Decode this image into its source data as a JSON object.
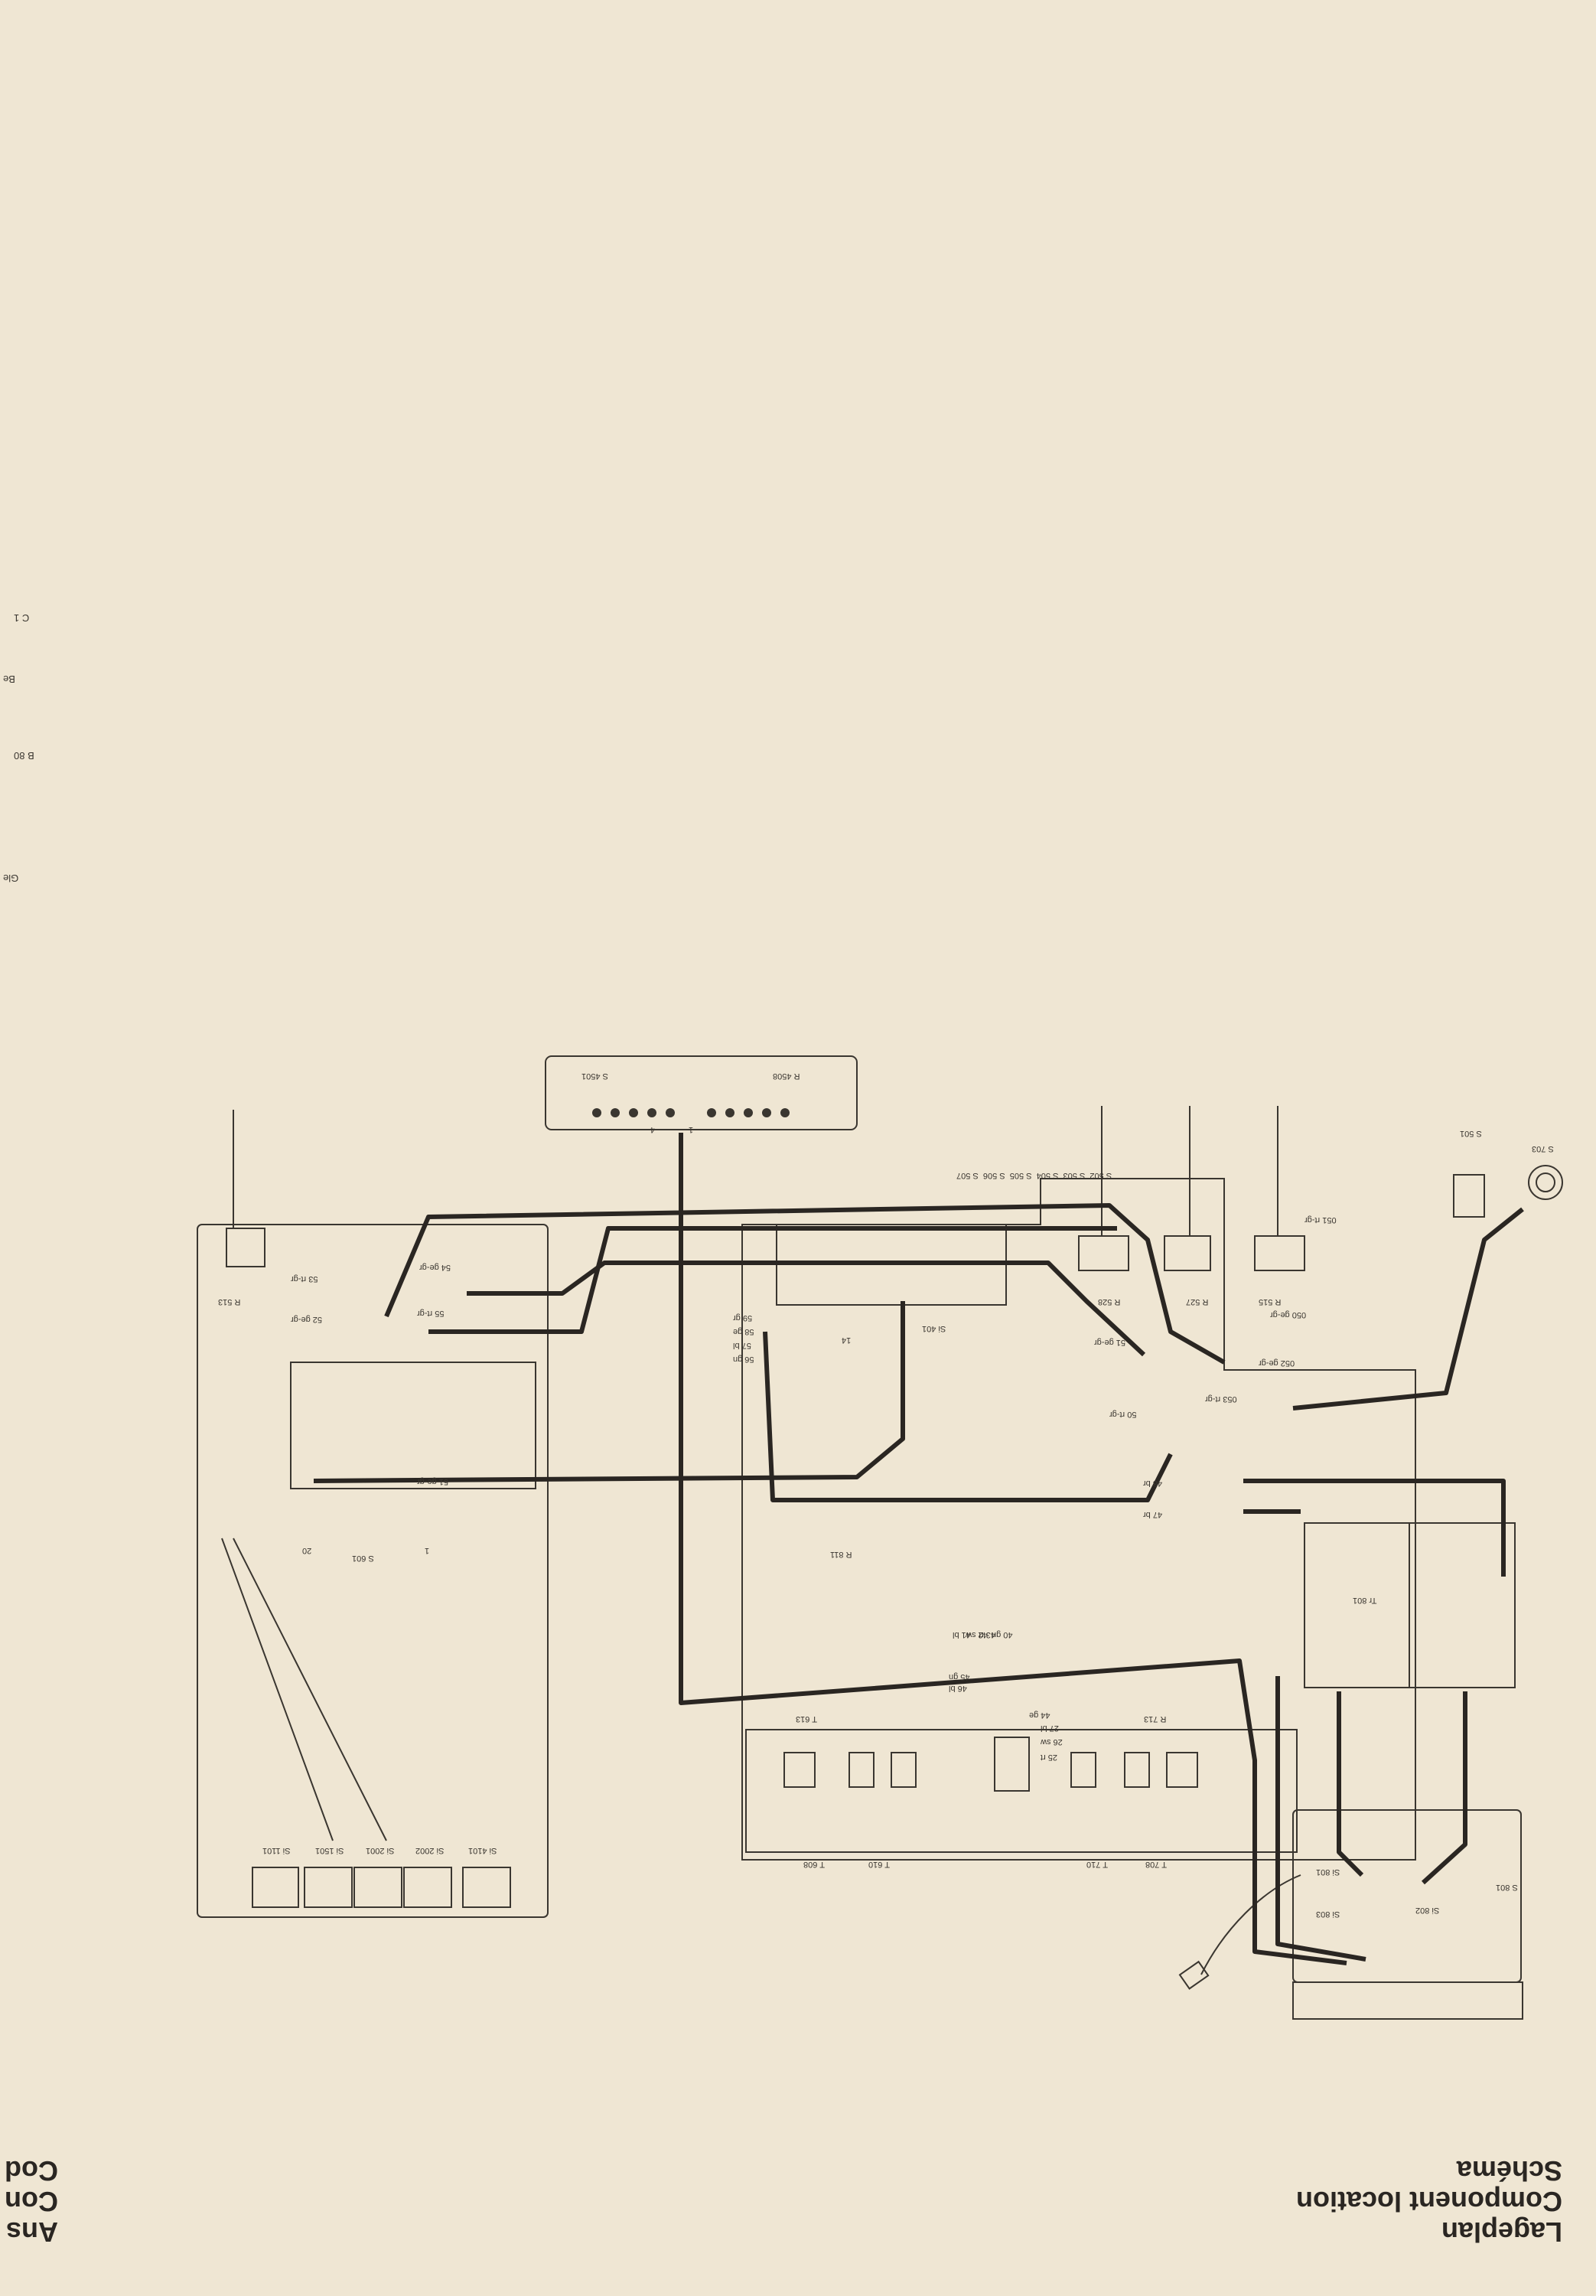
{
  "title_lines": [
    "Lageplan",
    "Component location",
    "Schéma"
  ],
  "edge_title_lines": [
    "Ans",
    "Con",
    "Cod"
  ],
  "edge_labels": [
    "Gle",
    "B 80",
    "C 1",
    "Be"
  ],
  "components": {
    "switch_bank_a": [
      "S 502",
      "S 503",
      "S 504",
      "S 505",
      "S 506",
      "S 507"
    ],
    "board_labels": [
      "S 4501",
      "R 4508",
      "R 528",
      "R 527",
      "R 515",
      "R 513",
      "S 601",
      "S 501",
      "S 703",
      "Si 401",
      "R 811",
      "Tr 801",
      "T 613",
      "R 713",
      "T 608",
      "T 610",
      "T 710",
      "T 708",
      "S 801",
      "Si 801",
      "Si 802",
      "Si 803",
      "Si 1101",
      "Si 1501",
      "Si 2001",
      "Si 2002",
      "Si 4101"
    ],
    "wire_tags": [
      "53 rt-gr",
      "52 ge-gr",
      "54 ge-gr",
      "55 rt-gr",
      "51 ge-gr",
      "051 rt-gr",
      "050 ge-gr",
      "052 ge-gr",
      "053 rt-gr",
      "50 rt-gr",
      "51 ge-gr",
      "48 br",
      "47 br",
      "27 bl",
      "26 sw",
      "25 rt",
      "44 ge",
      "45 gn",
      "46 bl",
      "41 bl",
      "42 sw",
      "43 rt",
      "40 gn",
      "56 gn",
      "57 bl",
      "58 ge",
      "59 gr"
    ]
  },
  "connector_pins": [
    "1",
    "4",
    "14",
    "20",
    "1"
  ]
}
